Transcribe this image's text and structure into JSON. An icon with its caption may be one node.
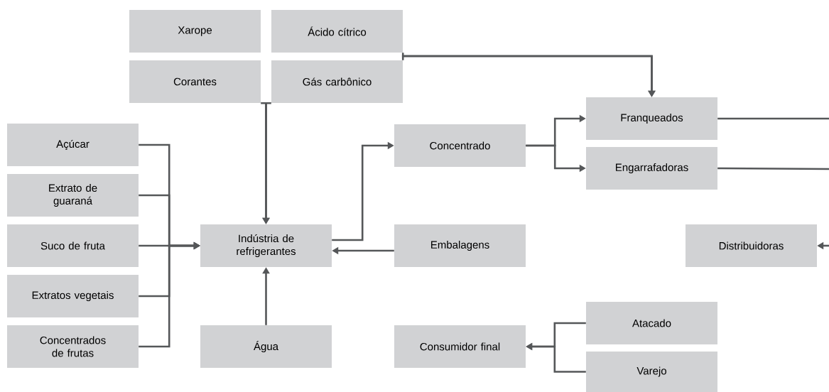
{
  "diagram": {
    "nodes": [
      {
        "text": [
          "Xarope"
        ]
      },
      {
        "text": [
          "Ácido cítrico"
        ]
      },
      {
        "text": [
          "Corantes"
        ]
      },
      {
        "text": [
          "Gás carbônico"
        ]
      },
      {
        "text": [
          "Açúcar"
        ]
      },
      {
        "text": [
          "Extrato de guaraná"
        ]
      },
      {
        "text": [
          "Suco de fruta"
        ]
      },
      {
        "text": [
          "Extratos vegetais"
        ]
      },
      {
        "text": [
          "Concentrados de frutas"
        ]
      },
      {
        "text": [
          "Indústria de refrigerantes"
        ]
      },
      {
        "text": [
          "Água"
        ]
      },
      {
        "text": [
          "Concentrado"
        ]
      },
      {
        "text": [
          "Embalagens"
        ]
      },
      {
        "text": [
          "Franqueados"
        ]
      },
      {
        "text": [
          "Engarrafadoras"
        ]
      },
      {
        "text": [
          "Distribuidoras"
        ]
      },
      {
        "text": [
          "Consumidor final"
        ]
      },
      {
        "text": [
          "Atacado"
        ]
      },
      {
        "text": [
          "Varejo"
        ]
      }
    ],
    "edges": [
      {
        "from": 2,
        "to": 9,
        "arrow": "to"
      },
      {
        "from": 3,
        "to": 9,
        "arrow": "to"
      },
      {
        "from": 1,
        "to": 13,
        "arrow": "to"
      },
      {
        "from": 3,
        "to": 13,
        "arrow": "to"
      },
      {
        "from": 4,
        "to": 9,
        "arrow": "to"
      },
      {
        "from": 5,
        "to": 9,
        "arrow": "to"
      },
      {
        "from": 6,
        "to": 9,
        "arrow": "to"
      },
      {
        "from": 7,
        "to": 9,
        "arrow": "to"
      },
      {
        "from": 8,
        "to": 9,
        "arrow": "to"
      },
      {
        "from": 10,
        "to": 9,
        "arrow": "to"
      },
      {
        "from": 9,
        "to": 11,
        "arrow": "to"
      },
      {
        "from": 12,
        "to": 9,
        "arrow": "to"
      },
      {
        "from": 11,
        "to": 13,
        "arrow": "to"
      },
      {
        "from": 11,
        "to": 14,
        "arrow": "to"
      },
      {
        "from": 13,
        "to": null,
        "arrow": "none"
      },
      {
        "from": 14,
        "to": null,
        "arrow": "none"
      },
      {
        "from": null,
        "to": 15,
        "arrow": "to"
      },
      {
        "from": 17,
        "to": 16,
        "arrow": "to"
      },
      {
        "from": 18,
        "to": 16,
        "arrow": "to"
      }
    ]
  }
}
